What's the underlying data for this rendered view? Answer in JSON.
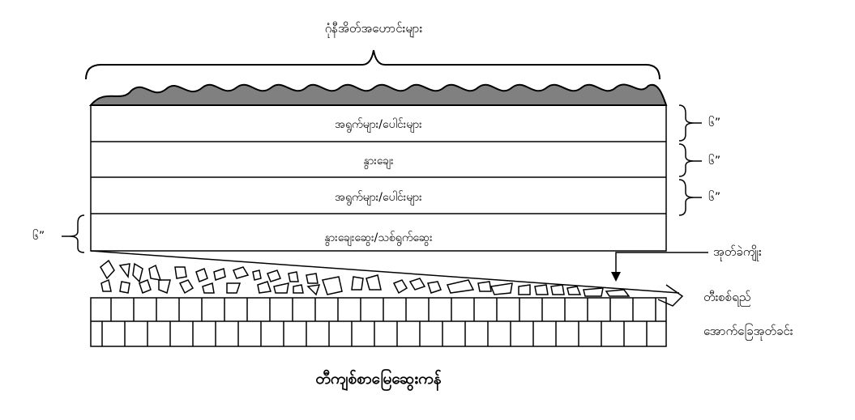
{
  "top_label": "ဂုံနီအိတ်အဟောင်းများ",
  "layers": [
    {
      "text": "အရွက်များ/ပေါင်းများ",
      "depth": "၆”"
    },
    {
      "text": "နွားချေး",
      "depth": "၆”"
    },
    {
      "text": "အရွက်များ/ပေါင်းများ",
      "depth": "၆”"
    },
    {
      "text": "နွားချေးဆွေး/သစ်ရွက်ဆွေး",
      "depth": "၆”"
    }
  ],
  "pipe_label": "အုတ်ခဲကျိုး",
  "pipe_side_label": "တီးစစ်ရည်",
  "base_label": "အောက်ခြေအုတ်ခင်း",
  "title": "တီကျစ်စာမြေဆွေးကန်",
  "colors": {
    "mulch": "#808080",
    "line": "#000000",
    "background": "#ffffff"
  }
}
